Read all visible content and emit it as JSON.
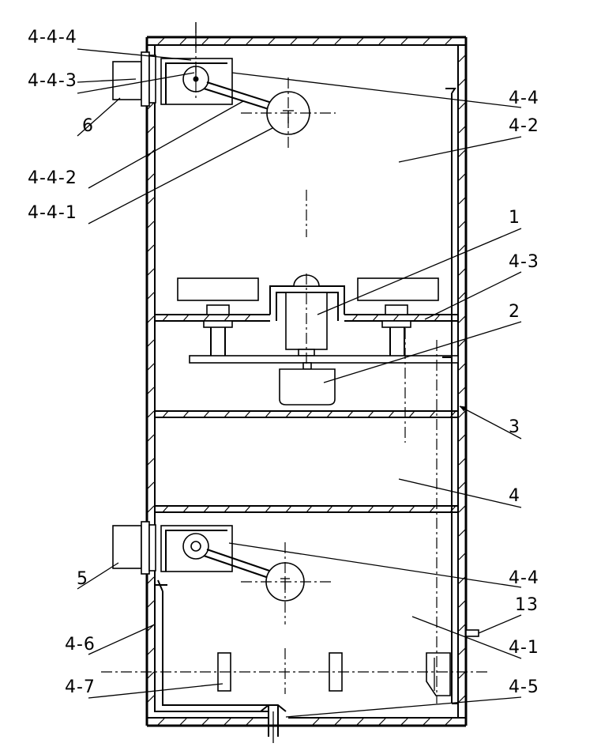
{
  "labels": {
    "l_4_4_4_top": "4-4-4",
    "l_4_4_3_top": "4-4-3",
    "l_6": "6",
    "l_4_4_2": "4-4-2",
    "l_4_4_1": "4-4-1",
    "l_4_4_top_right": "4-4",
    "l_4_2": "4-2",
    "l_1": "1",
    "l_4_3": "4-3",
    "l_2": "2",
    "l_3": "3",
    "l_4": "4",
    "l_5": "5",
    "l_4_4_bottom_right": "4-4",
    "l_13": "13",
    "l_4_6": "4-6",
    "l_4_1": "4-1",
    "l_4_7": "4-7",
    "l_4_5": "4-5"
  }
}
